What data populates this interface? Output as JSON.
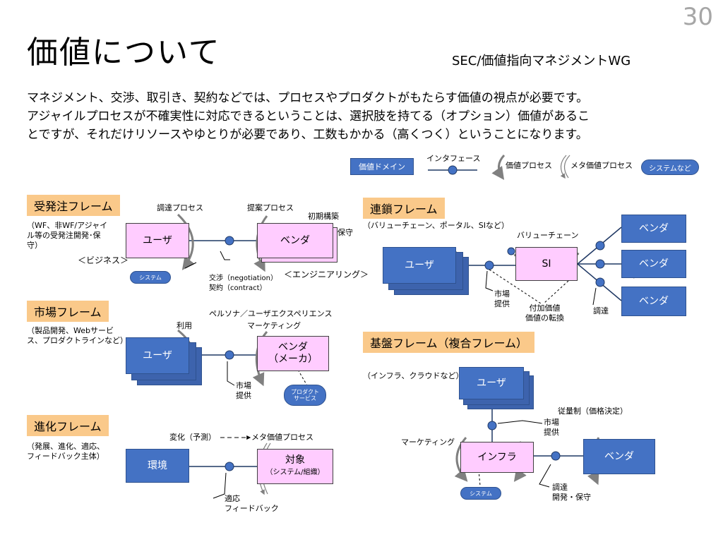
{
  "slide": {
    "title": "価値について",
    "page_number": "30",
    "subtitle": "SEC/価値指向マネジメントWG",
    "intro": [
      "マネジメント、交渉、取引き、契約などでは、プロセスやプロダクトがもたらす価値の視点が必要です。",
      "アジャイルプロセスが不確実性に対応できるということは、選択肢を持てる（オプション）価値があるこ",
      "とですが、それだけリソースやゆとりが必要であり、工数もかかる（高くつく）ということになります。"
    ]
  },
  "legend": {
    "value_domain": "価値ドメイン",
    "interface": "インタフェース",
    "value_process": "価値プロセス",
    "meta_value_process": "メタ価値プロセス",
    "system_etc": "システムなど"
  },
  "order_frame": {
    "title": "受発注フレーム",
    "note": "（WF、非WF/アジャイ\nル等の受発注開発･保\n守）",
    "user": "ユーザ",
    "vendor": "ベンダ",
    "procurement_process": "調達プロセス",
    "proposal_process": "提案プロセス",
    "initial_build": "初期構築",
    "maintenance": "保守",
    "business": "＜ビジネス＞",
    "system": "システム",
    "negotiation": "交渉（negotiation）\n契約（contract）",
    "engineering": "＜エンジニアリング＞"
  },
  "market_frame": {
    "title": "市場フレーム",
    "note": "（製品開発、Webサービ\nス、プロダクトラインなど）",
    "user": "ユーザ",
    "vendor": "ベンダ\n（メーカ）",
    "use": "利用",
    "persona_ux": "ペルソナ／ユーザエクスペリエンス",
    "marketing": "マーケティング",
    "market_supply": "市場\n提供",
    "product_service": "プロダクト\nサービス"
  },
  "evolution_frame": {
    "title": "進化フレーム",
    "note": "（発展、進化、適応、\nフィードバック主体）",
    "environment": "環境",
    "target": "対象",
    "target_sub": "（システム/組織）",
    "change": "変化（予測）",
    "meta_process": "メタ価値プロセス",
    "adapt": "適応\nフィードバック"
  },
  "chain_frame": {
    "title": "連鎖フレーム",
    "note": "（バリューチェーン、ポータル、SIなど）",
    "user": "ユーザ",
    "si": "SI",
    "vendor1": "ベンダ",
    "vendor2": "ベンダ",
    "vendor3": "ベンダ",
    "value_chain": "バリューチェーン",
    "market_supply": "市場\n提供",
    "added_value": "付加価値\n価値の転換",
    "procurement": "調達"
  },
  "base_frame": {
    "title": "基盤フレーム（複合フレーム）",
    "note": "（インフラ、クラウドなど）",
    "user": "ユーザ",
    "infra": "インフラ",
    "vendor": "ベンダ",
    "metered": "従量制（価格決定）",
    "market_supply": "市場\n提供",
    "marketing": "マーケティング",
    "system": "システム",
    "procurement": "調達\n開発・保守"
  },
  "colors": {
    "value_domain_blue": "#4472c4",
    "value_domain_pink": "#ffccff",
    "frame_label": "#fac98a",
    "arrow_gray": "#808080"
  }
}
